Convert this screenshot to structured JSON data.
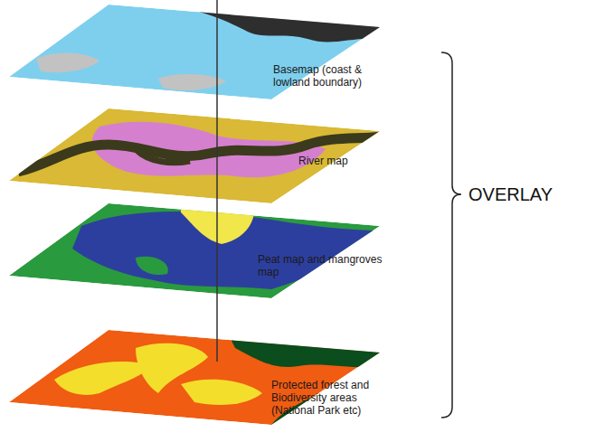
{
  "diagram": {
    "labels": [
      "Basemap (coast & lowland boundary)",
      "River map",
      "Peat map and mangroves map",
      "Protected forest and Biodiversity areas (National Park etc)",
      "OVERLAY"
    ]
  }
}
